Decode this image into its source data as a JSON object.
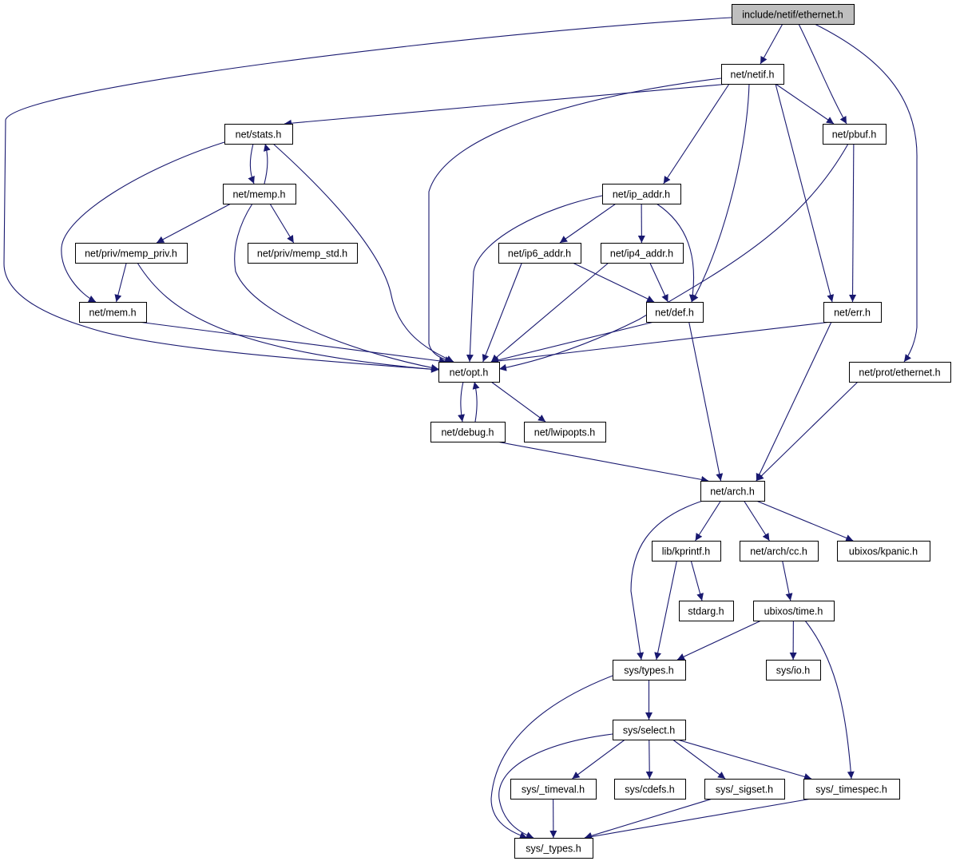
{
  "colors": {
    "edge": "#191970",
    "root_fill": "#bfbfbf",
    "node_fill": "#ffffff"
  },
  "nodes": [
    {
      "id": "root",
      "label": "include/netif/ethernet.h",
      "root": true
    },
    {
      "id": "netif",
      "label": "net/netif.h"
    },
    {
      "id": "stats",
      "label": "net/stats.h"
    },
    {
      "id": "pbuf",
      "label": "net/pbuf.h"
    },
    {
      "id": "memp",
      "label": "net/memp.h"
    },
    {
      "id": "ip_addr",
      "label": "net/ip_addr.h"
    },
    {
      "id": "memp_priv",
      "label": "net/priv/memp_priv.h"
    },
    {
      "id": "memp_std",
      "label": "net/priv/memp_std.h"
    },
    {
      "id": "ip6_addr",
      "label": "net/ip6_addr.h"
    },
    {
      "id": "ip4_addr",
      "label": "net/ip4_addr.h"
    },
    {
      "id": "mem",
      "label": "net/mem.h"
    },
    {
      "id": "def",
      "label": "net/def.h"
    },
    {
      "id": "err",
      "label": "net/err.h"
    },
    {
      "id": "opt",
      "label": "net/opt.h"
    },
    {
      "id": "prot_eth",
      "label": "net/prot/ethernet.h"
    },
    {
      "id": "debug",
      "label": "net/debug.h"
    },
    {
      "id": "lwipopts",
      "label": "net/lwipopts.h"
    },
    {
      "id": "arch",
      "label": "net/arch.h"
    },
    {
      "id": "kprintf",
      "label": "lib/kprintf.h"
    },
    {
      "id": "cc",
      "label": "net/arch/cc.h"
    },
    {
      "id": "kpanic",
      "label": "ubixos/kpanic.h"
    },
    {
      "id": "stdarg",
      "label": "stdarg.h"
    },
    {
      "id": "time",
      "label": "ubixos/time.h"
    },
    {
      "id": "types",
      "label": "sys/types.h"
    },
    {
      "id": "io",
      "label": "sys/io.h"
    },
    {
      "id": "select",
      "label": "sys/select.h"
    },
    {
      "id": "timeval",
      "label": "sys/_timeval.h"
    },
    {
      "id": "cdefs",
      "label": "sys/cdefs.h"
    },
    {
      "id": "sigset",
      "label": "sys/_sigset.h"
    },
    {
      "id": "timespec",
      "label": "sys/_timespec.h"
    },
    {
      "id": "_types",
      "label": "sys/_types.h"
    }
  ],
  "edges": [
    [
      "root",
      "netif"
    ],
    [
      "root",
      "pbuf"
    ],
    [
      "root",
      "opt"
    ],
    [
      "root",
      "prot_eth"
    ],
    [
      "netif",
      "stats"
    ],
    [
      "netif",
      "opt"
    ],
    [
      "netif",
      "pbuf"
    ],
    [
      "netif",
      "ip_addr"
    ],
    [
      "netif",
      "def"
    ],
    [
      "netif",
      "err"
    ],
    [
      "stats",
      "memp"
    ],
    [
      "stats",
      "mem"
    ],
    [
      "stats",
      "opt"
    ],
    [
      "memp",
      "stats"
    ],
    [
      "memp",
      "memp_priv"
    ],
    [
      "memp",
      "memp_std"
    ],
    [
      "memp",
      "opt"
    ],
    [
      "pbuf",
      "err"
    ],
    [
      "pbuf",
      "opt"
    ],
    [
      "ip_addr",
      "opt"
    ],
    [
      "ip_addr",
      "ip6_addr"
    ],
    [
      "ip_addr",
      "ip4_addr"
    ],
    [
      "ip_addr",
      "def"
    ],
    [
      "memp_priv",
      "mem"
    ],
    [
      "memp_priv",
      "opt"
    ],
    [
      "ip6_addr",
      "opt"
    ],
    [
      "ip6_addr",
      "def"
    ],
    [
      "ip4_addr",
      "def"
    ],
    [
      "ip4_addr",
      "opt"
    ],
    [
      "mem",
      "opt"
    ],
    [
      "def",
      "opt"
    ],
    [
      "def",
      "arch"
    ],
    [
      "err",
      "opt"
    ],
    [
      "err",
      "arch"
    ],
    [
      "prot_eth",
      "arch"
    ],
    [
      "opt",
      "debug"
    ],
    [
      "opt",
      "lwipopts"
    ],
    [
      "debug",
      "opt"
    ],
    [
      "debug",
      "arch"
    ],
    [
      "arch",
      "kprintf"
    ],
    [
      "arch",
      "cc"
    ],
    [
      "arch",
      "kpanic"
    ],
    [
      "arch",
      "types"
    ],
    [
      "kprintf",
      "stdarg"
    ],
    [
      "kprintf",
      "types"
    ],
    [
      "cc",
      "time"
    ],
    [
      "time",
      "types"
    ],
    [
      "time",
      "io"
    ],
    [
      "time",
      "timespec"
    ],
    [
      "types",
      "select"
    ],
    [
      "types",
      "_types"
    ],
    [
      "select",
      "timeval"
    ],
    [
      "select",
      "cdefs"
    ],
    [
      "select",
      "sigset"
    ],
    [
      "select",
      "timespec"
    ],
    [
      "select",
      "_types"
    ],
    [
      "timeval",
      "_types"
    ],
    [
      "sigset",
      "_types"
    ],
    [
      "timespec",
      "_types"
    ]
  ]
}
